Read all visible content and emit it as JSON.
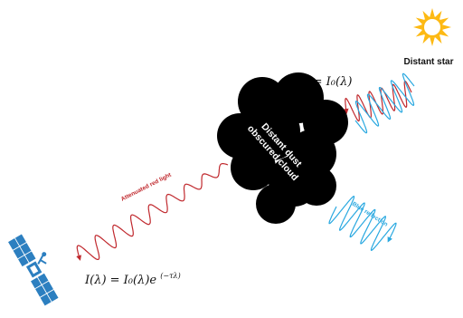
{
  "star": {
    "label": "Distant star",
    "color": "#FDB913",
    "icon": "sun-icon"
  },
  "cloud": {
    "label_line1": "Distant dust",
    "label_line2": "obscured cloud",
    "color": "#000000"
  },
  "equations": {
    "incident": "I(λ) = I₀(λ)",
    "attenuated": "I(λ) = I₀(λ)e",
    "attenuated_exponent": "(−τλ)"
  },
  "waves": {
    "attenuated_label": "Attenuated red light",
    "blue_label": "Blue reflection",
    "red_color": "#C0282D",
    "blue_color": "#29A8E0"
  },
  "satellite": {
    "icon": "satellite-icon",
    "panel_color": "#2C7FC0"
  }
}
